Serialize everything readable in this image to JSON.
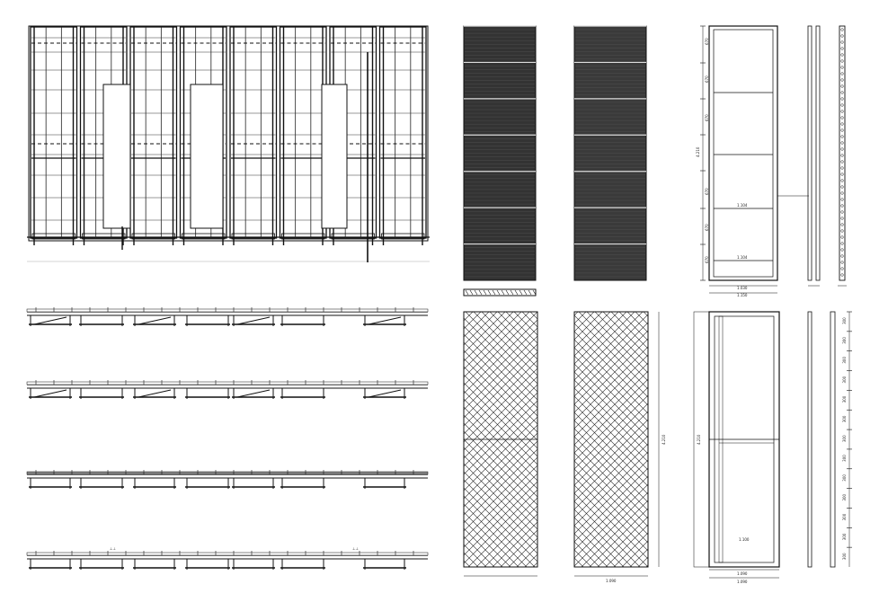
{
  "sheet": {
    "facade_elevation": {
      "bays": 8
    },
    "plan_sections": {
      "rows": 4
    },
    "panels_top": {
      "dims_height": [
        "4.210",
        "670",
        "670",
        "670",
        "670",
        "670",
        "670"
      ],
      "dims_width": [
        "1.030",
        "1.150"
      ],
      "inner_labels": [
        "1.104",
        "1.104"
      ]
    },
    "panels_bottom": {
      "dims_height": [
        "4.210",
        "4.210"
      ],
      "dims_width": [
        "1.090",
        "1.090",
        "1.090"
      ],
      "inner_label": "1.100",
      "ruler_marks": [
        "300",
        "300",
        "300",
        "300",
        "300",
        "300",
        "300",
        "300",
        "300",
        "300",
        "300",
        "300",
        "300"
      ]
    }
  }
}
